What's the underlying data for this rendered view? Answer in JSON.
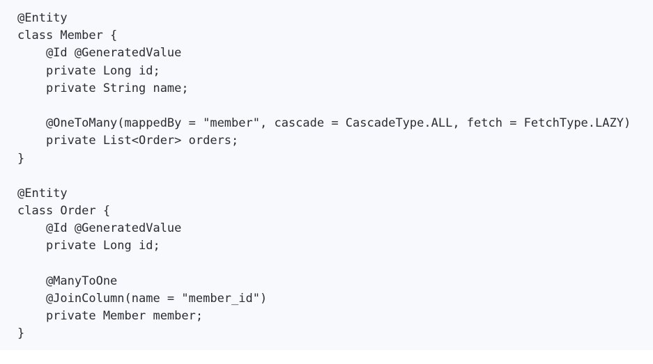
{
  "document": {
    "type": "code-block",
    "language": "java",
    "background_color": "#f8f9fc",
    "text_color": "#2b2b33",
    "page_background_color": "#ffffff",
    "code_lines": [
      "@Entity",
      "class Member {",
      "    @Id @GeneratedValue",
      "    private Long id;",
      "    private String name;",
      "",
      "    @OneToMany(mappedBy = \"member\", cascade = CascadeType.ALL, fetch = FetchType.LAZY)",
      "    private List<Order> orders;",
      "}",
      "",
      "@Entity",
      "class Order {",
      "    @Id @GeneratedValue",
      "    private Long id;",
      "",
      "    @ManyToOne",
      "    @JoinColumn(name = \"member_id\")",
      "    private Member member;",
      "}"
    ]
  }
}
